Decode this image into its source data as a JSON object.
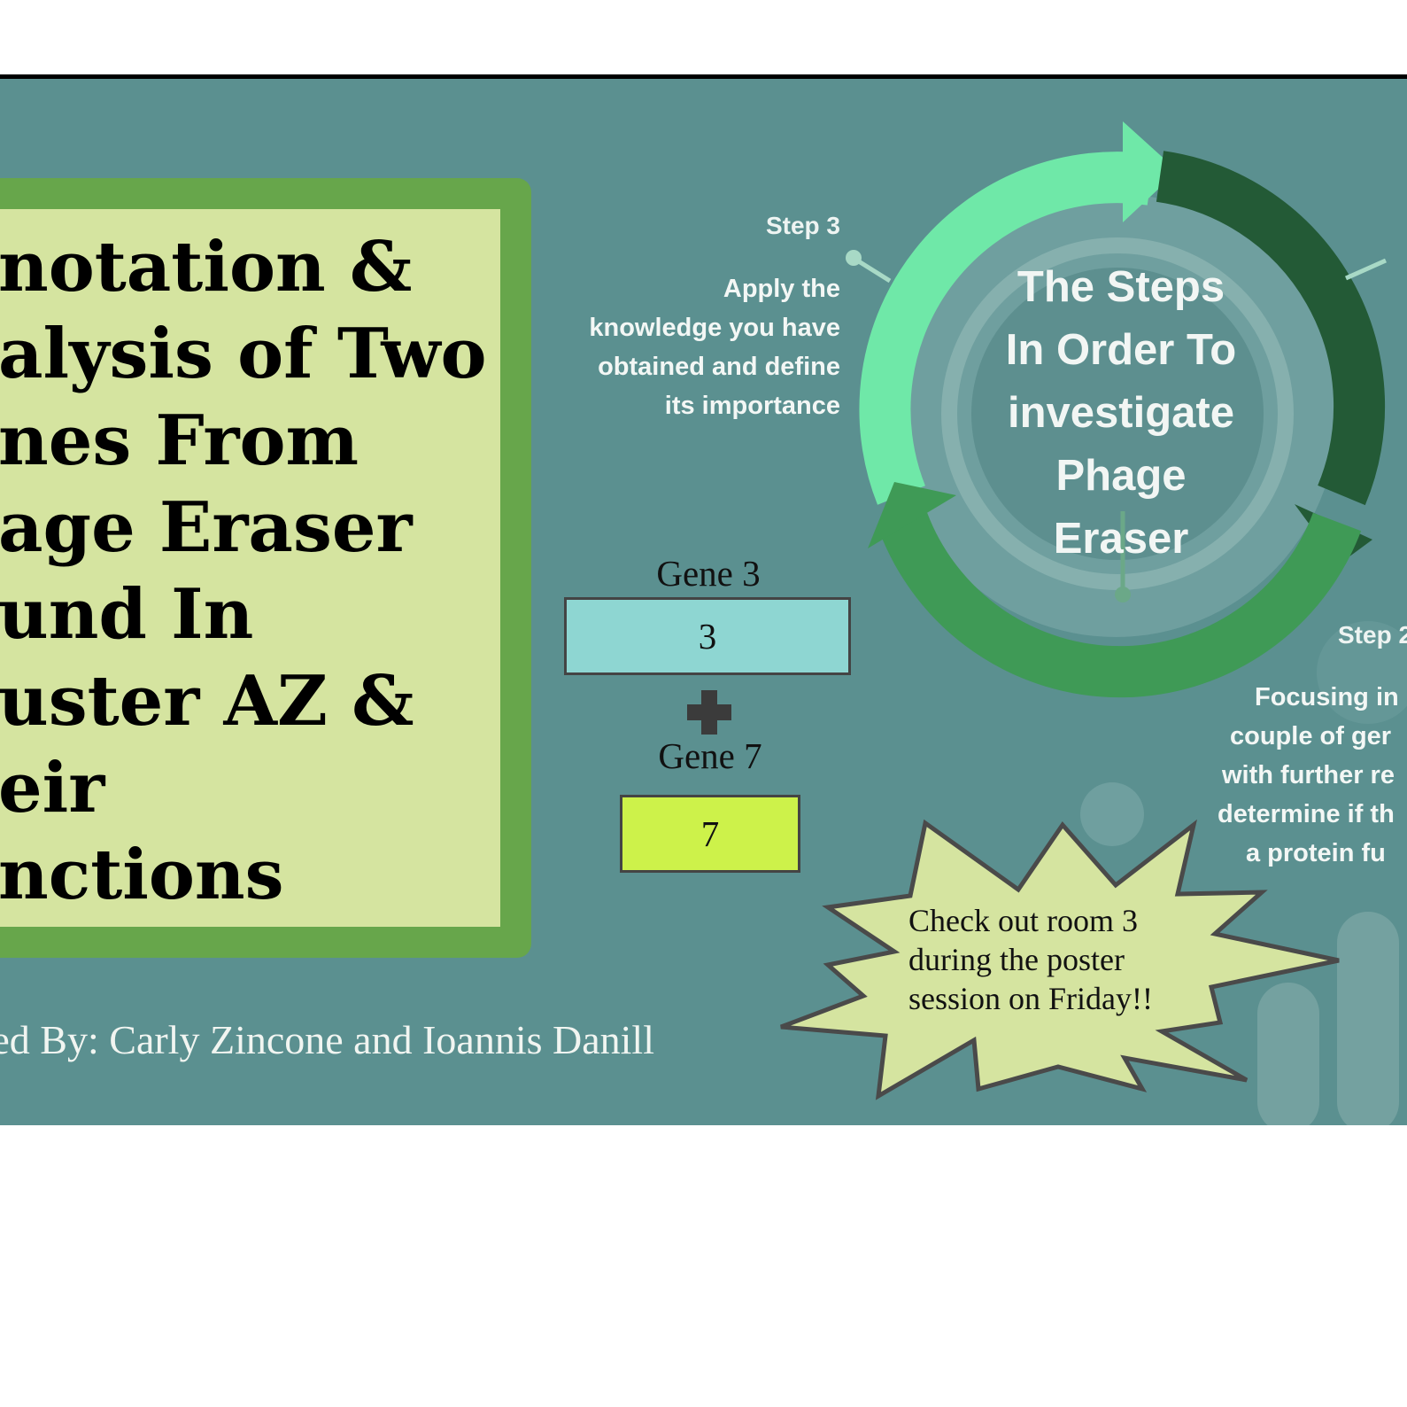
{
  "title_lines": [
    "notation &",
    "alysis of Two",
    "nes From",
    "age Eraser",
    "und In",
    "uster AZ &",
    "eir",
    "nctions"
  ],
  "authors": "ed By: Carly Zincone and Ioannis Danill",
  "cycle": {
    "title_lines": [
      "The Steps",
      "In Order To",
      "investigate",
      "Phage",
      "Eraser"
    ],
    "step3": {
      "label": "Step 3",
      "text_lines": [
        "Apply the",
        "knowledge you have",
        "obtained and define",
        "its importance"
      ]
    },
    "step2": {
      "label": "Step 2",
      "text_lines": [
        "Focusing in",
        "couple of ger",
        "with further re",
        "determine if th",
        "a protein fu"
      ]
    }
  },
  "genes": {
    "gene3_label": "Gene 3",
    "gene3_value": "3",
    "gene7_label": "Gene 7",
    "gene7_value": "7"
  },
  "callout": {
    "lines": [
      "Check out room 3",
      "during the poster",
      "session on Friday!!"
    ]
  },
  "colors": {
    "slide_bg": "#5b9090",
    "title_outer": "#67a64b",
    "title_inner": "#d5e4a0",
    "arrow_light": "#6fe8a8",
    "arrow_dark": "#235a36",
    "arrow_mid": "#3f9a56",
    "gene3_box": "#8ed6d2",
    "gene7_box": "#cdf24a",
    "burst_fill": "#d5e4a0"
  },
  "icons": [
    "plus-icon",
    "circular-arrows-icon",
    "starburst-shape"
  ]
}
